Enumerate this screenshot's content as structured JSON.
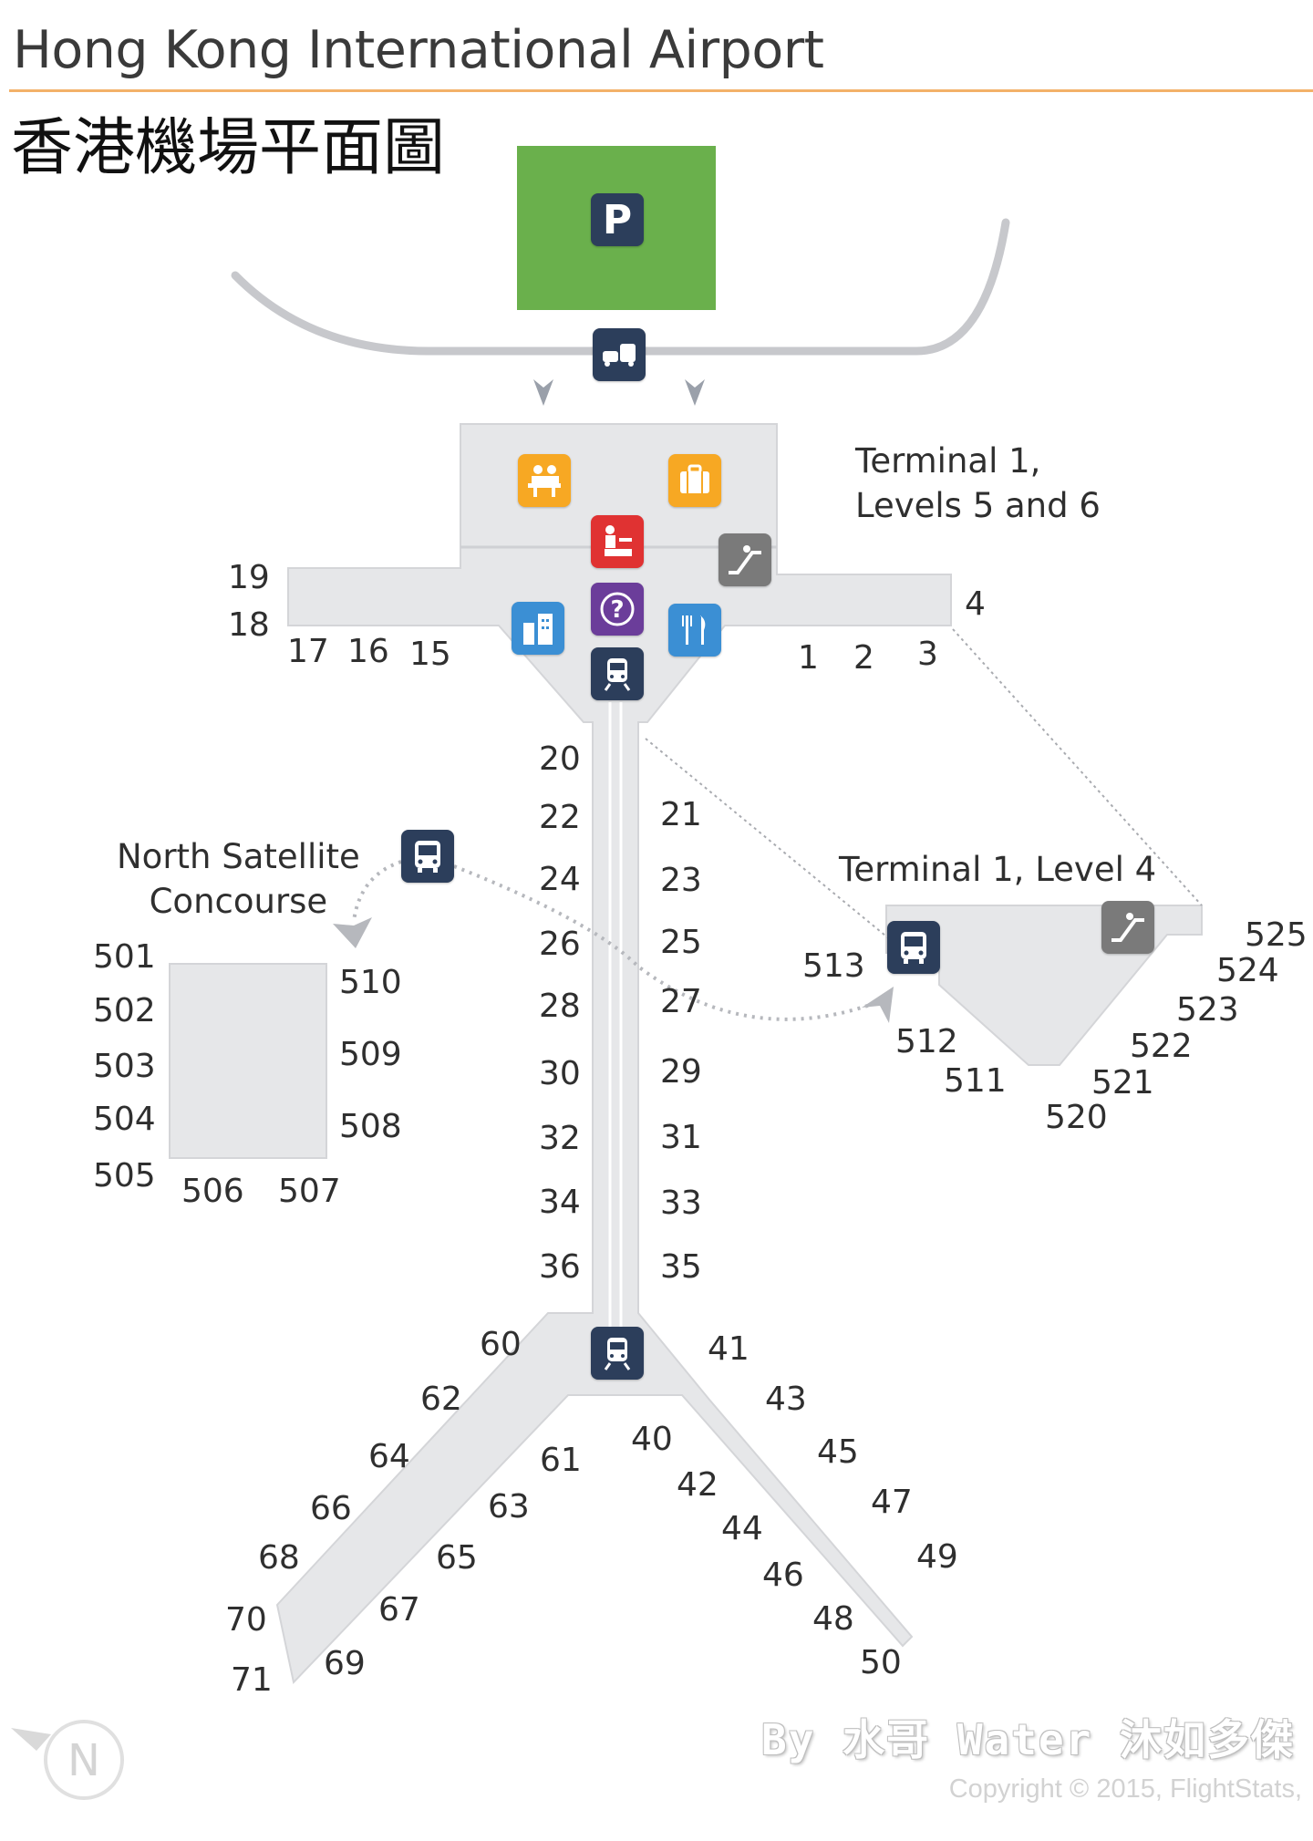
{
  "header": {
    "title": "Hong Kong International Airport",
    "subtitle": "香港機場平面圖"
  },
  "areas": {
    "terminal_upper": "Terminal 1,\nLevels 5 and 6",
    "terminal_level4": "Terminal 1, Level 4",
    "north_satellite": "North Satellite\nConcourse"
  },
  "gates": {
    "terminal_left": [
      "19",
      "18",
      "17",
      "16",
      "15"
    ],
    "terminal_right": [
      "4",
      "1",
      "2",
      "3"
    ],
    "concourse_left": [
      "20",
      "22",
      "24",
      "26",
      "28",
      "30",
      "32",
      "34",
      "36"
    ],
    "concourse_right": [
      "21",
      "23",
      "25",
      "27",
      "29",
      "31",
      "33",
      "35"
    ],
    "north_satellite": [
      "501",
      "502",
      "503",
      "504",
      "505",
      "506",
      "507",
      "510",
      "509",
      "508"
    ],
    "level4": [
      "513",
      "525",
      "524",
      "523",
      "522",
      "521",
      "520",
      "512",
      "511"
    ],
    "west_arm_outer": [
      "60",
      "62",
      "64",
      "66",
      "68",
      "70",
      "71"
    ],
    "west_arm_inner": [
      "61",
      "63",
      "65",
      "67",
      "69"
    ],
    "east_arm_inner": [
      "40",
      "42",
      "44",
      "46",
      "48",
      "50"
    ],
    "east_arm_outer": [
      "41",
      "43",
      "45",
      "47",
      "49"
    ]
  },
  "icons": {
    "parking": "P",
    "names": [
      "parking-icon",
      "car-bus-icon",
      "check-in-icon",
      "baggage-icon",
      "immigration-icon",
      "escalator-icon",
      "hotel-icon",
      "information-icon",
      "restaurant-icon",
      "train-icon",
      "bus-icon"
    ]
  },
  "colors": {
    "parking": "#6ab04c",
    "navy": "#2c3e5b",
    "orange": "#f7a823",
    "red": "#e03232",
    "purple": "#6b3d9a",
    "blue": "#3b8fd4",
    "gray_icon": "#7a7a7a",
    "terminal_fill": "#e6e7e9",
    "title_rule": "#f3b169"
  },
  "credit": "By 水哥 Water 沐如多傑",
  "copyright": "Copyright © 2015, FlightStats,",
  "compass": "N"
}
